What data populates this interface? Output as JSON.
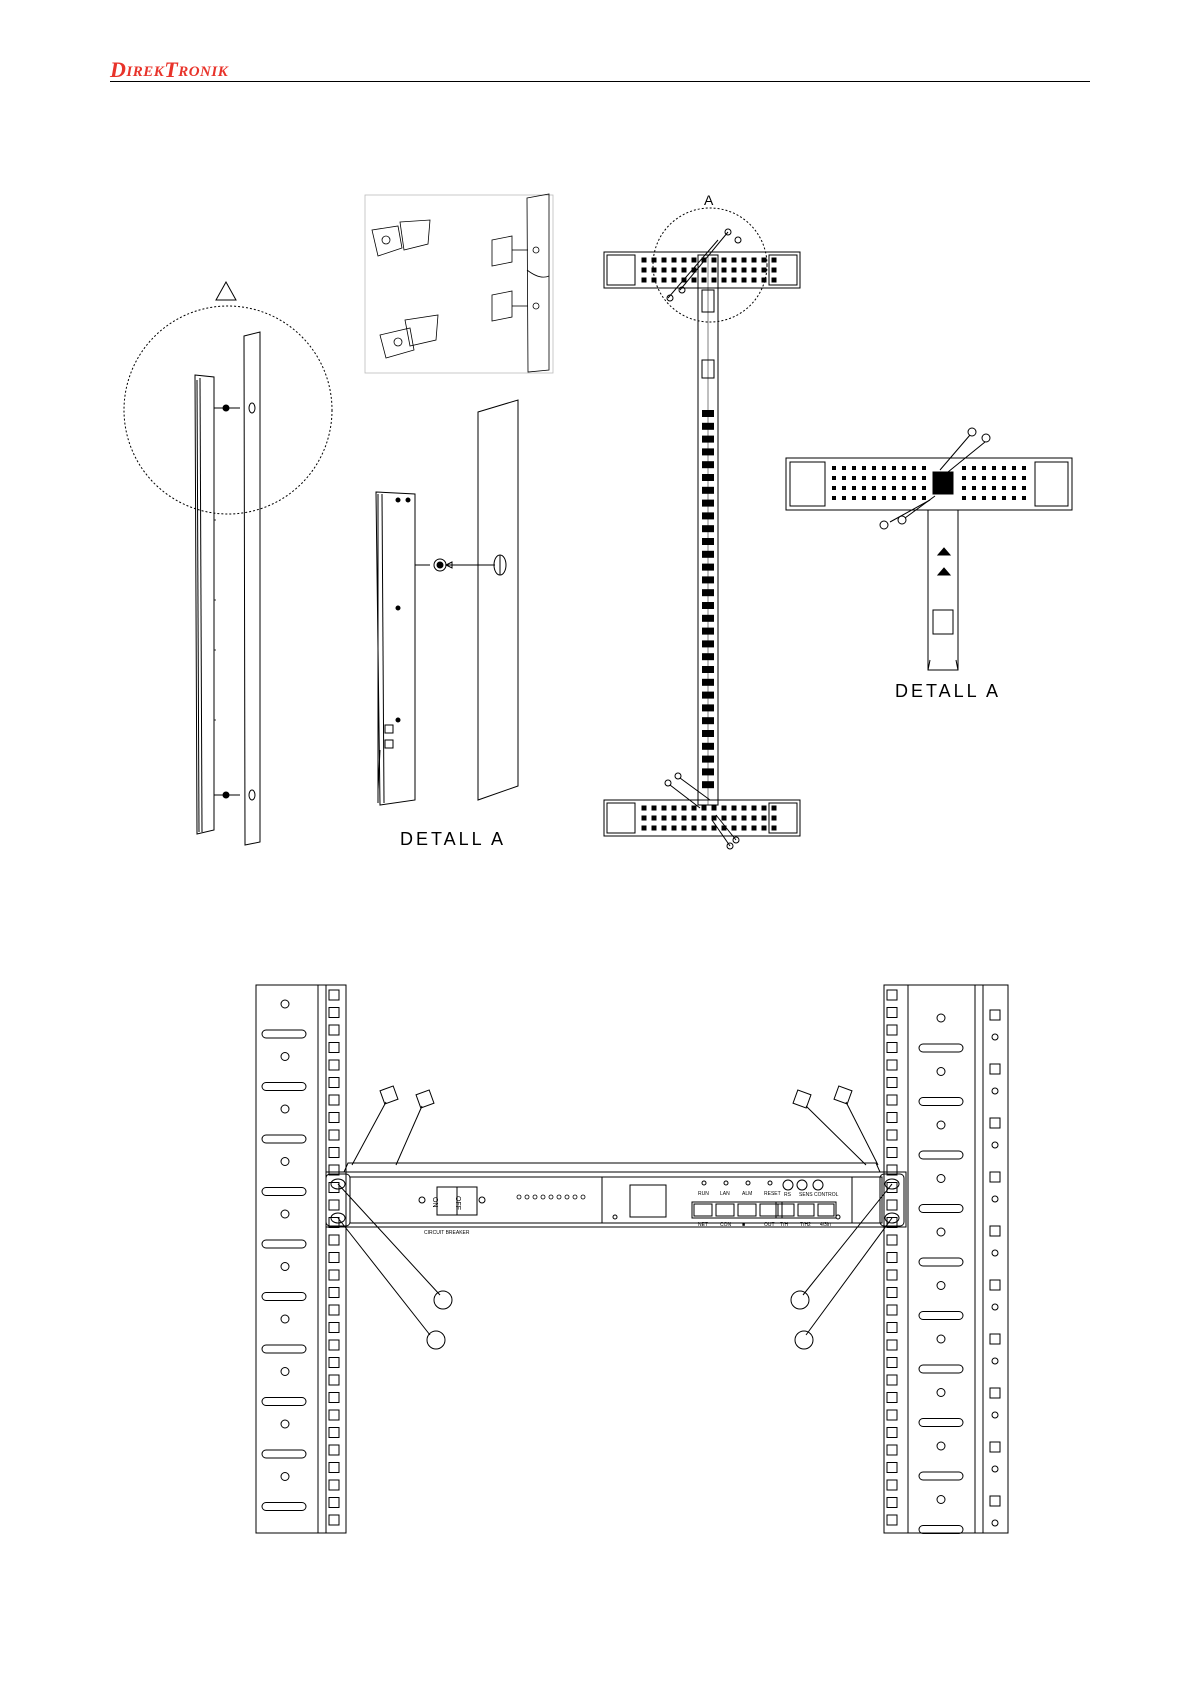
{
  "header": {
    "logo_part1_big": "D",
    "logo_part1_small": "IREK",
    "logo_part2_big": "T",
    "logo_part2_small": "RONIK",
    "brand_color": "#e8332a"
  },
  "figure1": {
    "callout_a": "A",
    "detail_a_caption": "DETALL A"
  },
  "figure2": {
    "callout_a": "A",
    "detail_a_caption": "DETALL A"
  },
  "figure3": {
    "switch_on": "ON",
    "switch_off": "OFF",
    "breaker_label": "CIRCUIT BREAKER",
    "port_leds": [
      "RUN",
      "LAN",
      "ALM",
      "RESET"
    ],
    "port_labels": [
      "NET",
      "CON",
      "■",
      "OUT"
    ],
    "jack_labels": [
      "RS",
      "SENS",
      "CONTROL"
    ],
    "right_port_labels": [
      "T/H",
      "T/H2",
      "4/3in"
    ]
  }
}
